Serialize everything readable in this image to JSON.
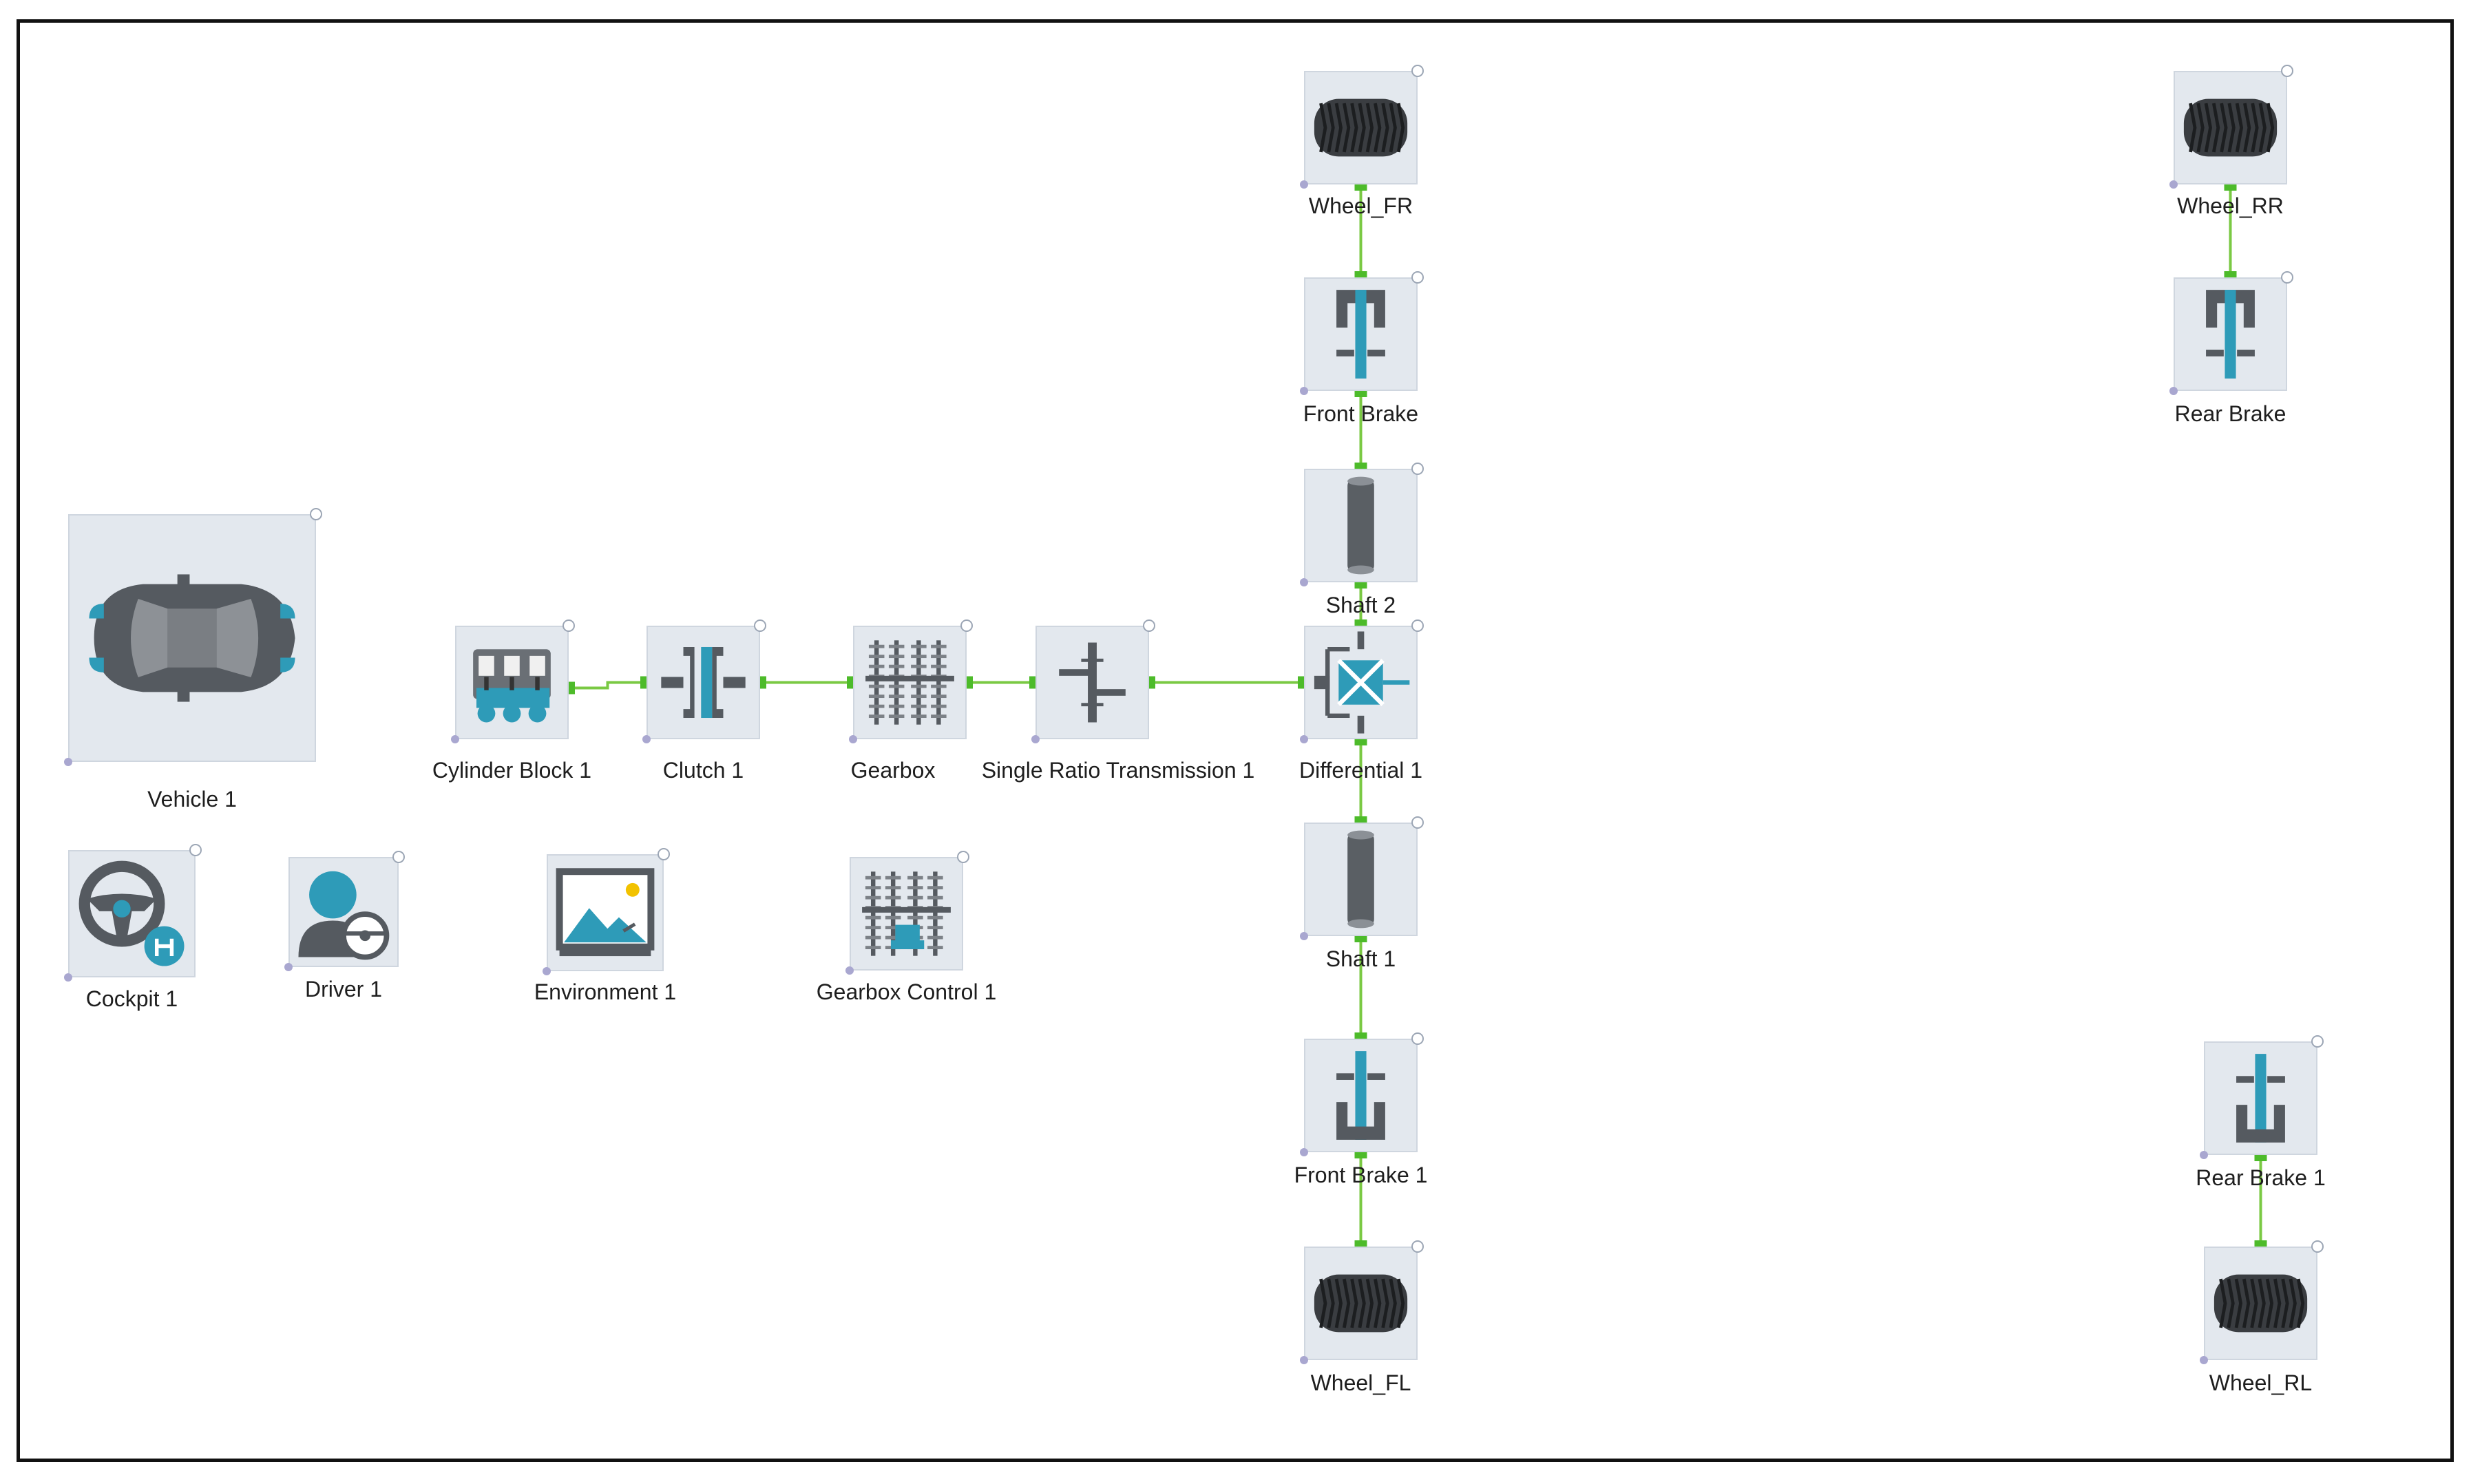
{
  "colors": {
    "wire": "#7ac943",
    "port": "#4dbb2a",
    "accent": "#2e9bb8",
    "icon_dark": "#555a60",
    "block_bg": "#e3e8ee"
  },
  "blocks": [
    {
      "id": "vehicle",
      "label": "Vehicle 1",
      "icon": "car-icon"
    },
    {
      "id": "cylinder_block",
      "label": "Cylinder Block 1",
      "icon": "engine-icon"
    },
    {
      "id": "clutch",
      "label": "Clutch 1",
      "icon": "clutch-icon"
    },
    {
      "id": "gearbox",
      "label": "Gearbox",
      "icon": "gearbox-icon"
    },
    {
      "id": "single_ratio",
      "label": "Single Ratio Transmission 1",
      "icon": "single-ratio-icon"
    },
    {
      "id": "differential",
      "label": "Differential 1",
      "icon": "differential-icon"
    },
    {
      "id": "cockpit",
      "label": "Cockpit 1",
      "icon": "steering-wheel-icon"
    },
    {
      "id": "driver",
      "label": "Driver 1",
      "icon": "driver-icon"
    },
    {
      "id": "environment",
      "label": "Environment 1",
      "icon": "landscape-icon"
    },
    {
      "id": "gearbox_control",
      "label": "Gearbox Control 1",
      "icon": "gearbox-control-icon"
    },
    {
      "id": "wheel_fr",
      "label": "Wheel_FR",
      "icon": "tire-icon"
    },
    {
      "id": "front_brake",
      "label": "Front Brake",
      "icon": "brake-icon"
    },
    {
      "id": "shaft2",
      "label": "Shaft 2",
      "icon": "shaft-icon"
    },
    {
      "id": "shaft1",
      "label": "Shaft 1",
      "icon": "shaft-icon"
    },
    {
      "id": "front_brake1",
      "label": "Front Brake 1",
      "icon": "brake-icon"
    },
    {
      "id": "wheel_fl",
      "label": "Wheel_FL",
      "icon": "tire-icon"
    },
    {
      "id": "wheel_rr",
      "label": "Wheel_RR",
      "icon": "tire-icon"
    },
    {
      "id": "rear_brake",
      "label": "Rear Brake",
      "icon": "brake-icon"
    },
    {
      "id": "rear_brake1",
      "label": "Rear Brake 1",
      "icon": "brake-icon"
    },
    {
      "id": "wheel_rl",
      "label": "Wheel_RL",
      "icon": "tire-icon"
    }
  ],
  "connections": [
    {
      "from": "cylinder_block",
      "to": "clutch"
    },
    {
      "from": "clutch",
      "to": "gearbox"
    },
    {
      "from": "gearbox",
      "to": "single_ratio"
    },
    {
      "from": "single_ratio",
      "to": "differential"
    },
    {
      "from": "wheel_fr",
      "to": "front_brake"
    },
    {
      "from": "front_brake",
      "to": "shaft2"
    },
    {
      "from": "shaft2",
      "to": "differential"
    },
    {
      "from": "differential",
      "to": "shaft1"
    },
    {
      "from": "shaft1",
      "to": "front_brake1"
    },
    {
      "from": "front_brake1",
      "to": "wheel_fl"
    },
    {
      "from": "wheel_rr",
      "to": "rear_brake"
    },
    {
      "from": "rear_brake1",
      "to": "wheel_rl"
    }
  ]
}
